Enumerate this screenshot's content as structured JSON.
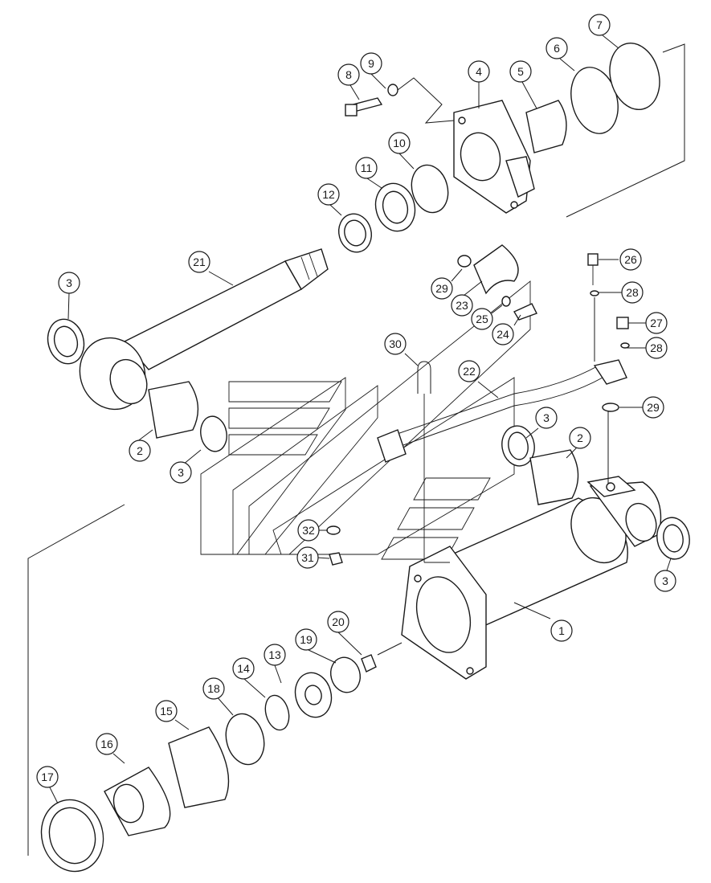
{
  "callouts": [
    {
      "id": "c1",
      "label": "1"
    },
    {
      "id": "c2a",
      "label": "2"
    },
    {
      "id": "c2b",
      "label": "2"
    },
    {
      "id": "c3a",
      "label": "3"
    },
    {
      "id": "c3b",
      "label": "3"
    },
    {
      "id": "c3c",
      "label": "3"
    },
    {
      "id": "c3d",
      "label": "3"
    },
    {
      "id": "c4",
      "label": "4"
    },
    {
      "id": "c5",
      "label": "5"
    },
    {
      "id": "c6",
      "label": "6"
    },
    {
      "id": "c7",
      "label": "7"
    },
    {
      "id": "c8",
      "label": "8"
    },
    {
      "id": "c9",
      "label": "9"
    },
    {
      "id": "c10",
      "label": "10"
    },
    {
      "id": "c11",
      "label": "11"
    },
    {
      "id": "c12",
      "label": "12"
    },
    {
      "id": "c13",
      "label": "13"
    },
    {
      "id": "c14",
      "label": "14"
    },
    {
      "id": "c15",
      "label": "15"
    },
    {
      "id": "c16",
      "label": "16"
    },
    {
      "id": "c17",
      "label": "17"
    },
    {
      "id": "c18",
      "label": "18"
    },
    {
      "id": "c19",
      "label": "19"
    },
    {
      "id": "c20",
      "label": "20"
    },
    {
      "id": "c21",
      "label": "21"
    },
    {
      "id": "c22",
      "label": "22"
    },
    {
      "id": "c23",
      "label": "23"
    },
    {
      "id": "c24",
      "label": "24"
    },
    {
      "id": "c25",
      "label": "25"
    },
    {
      "id": "c26",
      "label": "26"
    },
    {
      "id": "c27",
      "label": "27"
    },
    {
      "id": "c28a",
      "label": "28"
    },
    {
      "id": "c28b",
      "label": "28"
    },
    {
      "id": "c29a",
      "label": "29"
    },
    {
      "id": "c29b",
      "label": "29"
    },
    {
      "id": "c30",
      "label": "30"
    },
    {
      "id": "c31",
      "label": "31"
    },
    {
      "id": "c32",
      "label": "32"
    }
  ]
}
